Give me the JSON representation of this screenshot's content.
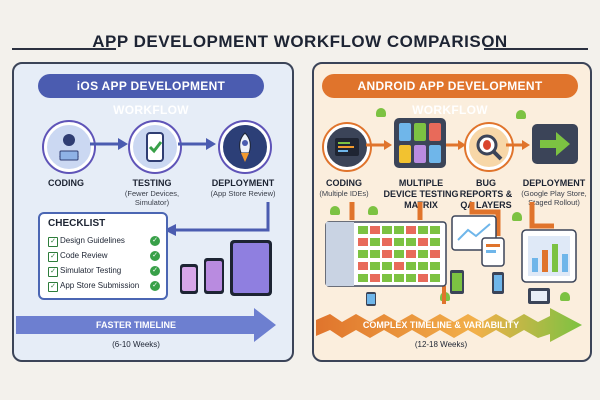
{
  "title": "APP DEVELOPMENT WORKFLOW COMPARISON",
  "colors": {
    "ios_panel_bg": "#e6edf7",
    "android_panel_bg": "#fbeedd",
    "ios_banner": "#4b5cb0",
    "android_banner": "#e0742c",
    "check_green": "#38a048"
  },
  "ios": {
    "banner": "iOS APP DEVELOPMENT WORKFLOW",
    "steps": [
      {
        "label": "CODING",
        "sub": "",
        "icon": "developer-laptop-icon"
      },
      {
        "label": "TESTING",
        "sub": "(Fewer Devices, Simulator)",
        "icon": "phone-check-icon"
      },
      {
        "label": "DEPLOYMENT",
        "sub": "(App Store Review)",
        "icon": "rocket-icon"
      }
    ],
    "checklist": {
      "title": "CHECKLIST",
      "items": [
        "Design Guidelines",
        "Code Review",
        "Simulator Testing",
        "App Store Submission"
      ]
    },
    "timeline": "FASTER TIMELINE",
    "weeks": "(6-10 Weeks)"
  },
  "android": {
    "banner": "ANDROID APP DEVELOPMENT WORKFLOW",
    "steps": [
      {
        "label": "CODING",
        "sub": "(Multiple IDEs)",
        "icon": "code-editor-icon"
      },
      {
        "label": "MULTIPLE DEVICE TESTING MATRIX",
        "sub": "",
        "icon": "device-grid-icon"
      },
      {
        "label": "BUG REPORTS & QA LAYERS",
        "sub": "",
        "icon": "bug-magnifier-icon"
      },
      {
        "label": "DEPLOYMENT",
        "sub": "(Google Play Store, Staged Rollout)",
        "icon": "arrow-right-icon"
      }
    ],
    "timeline": "COMPLEX TIMELINE & VARIABILITY",
    "weeks": "(12-18 Weeks)"
  }
}
